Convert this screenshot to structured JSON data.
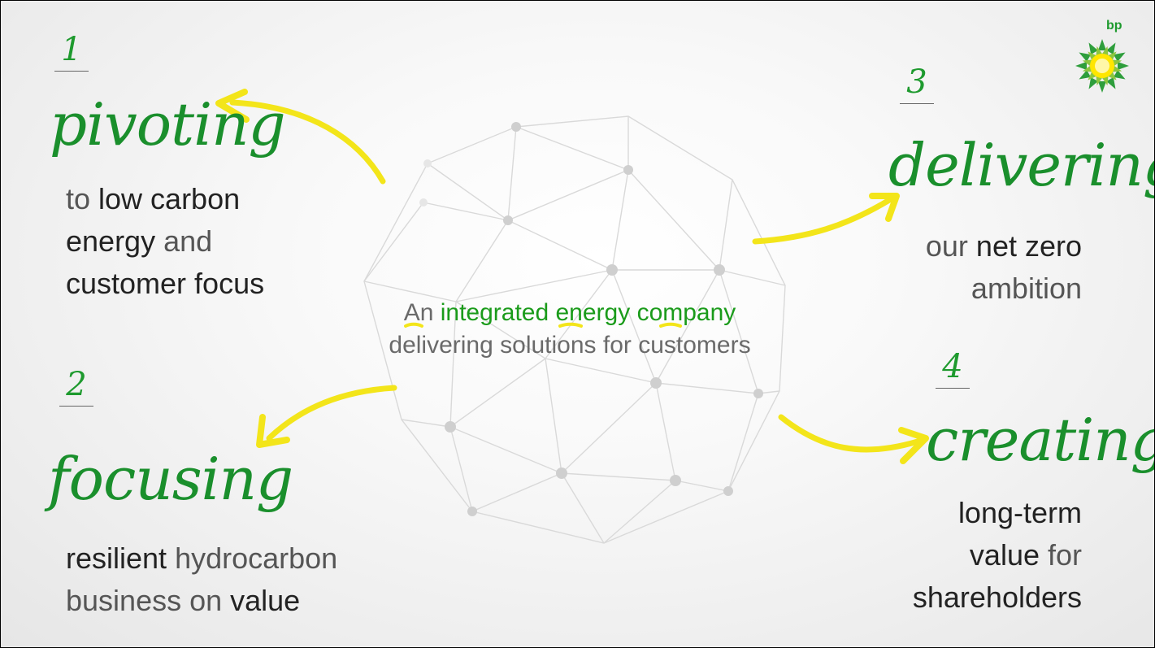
{
  "brand": {
    "logo_text": "bp",
    "green": "#1a8f2c",
    "yellow": "#f3e51a"
  },
  "center": {
    "line1_prefix": "An ",
    "line1_highlight": "integrated energy company",
    "line2": "delivering solutions for customers"
  },
  "pillars": [
    {
      "number": "1",
      "title": "pivoting",
      "desc": {
        "a": "to ",
        "b": "low carbon",
        "c": "energy",
        "d": " and",
        "e": "customer focus"
      }
    },
    {
      "number": "2",
      "title": "focusing",
      "desc": {
        "a": "resilient",
        "b": " hydrocarbon",
        "c": "business on ",
        "d": "value"
      }
    },
    {
      "number": "3",
      "title": "delivering",
      "desc": {
        "a": "our ",
        "b": "net zero",
        "c": "ambition"
      }
    },
    {
      "number": "4",
      "title": "creating",
      "desc": {
        "a": "long-term",
        "b": "value",
        "c": " for",
        "d": "shareholders"
      }
    }
  ]
}
